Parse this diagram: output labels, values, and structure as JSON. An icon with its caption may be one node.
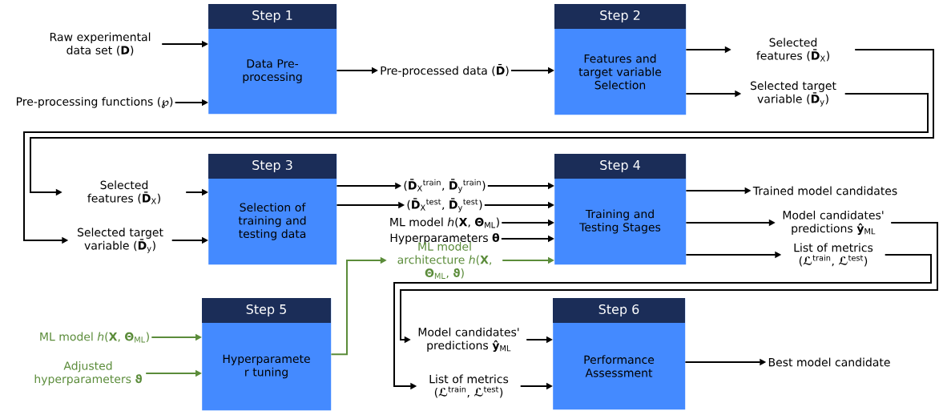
{
  "diagram": {
    "nodes": [
      {
        "text": [
          "Raw experimental data set (**D**)"
        ]
      },
      {
        "text": [
          "Pre-processing functions (**℘**)"
        ]
      },
      {
        "text": [
          "Step 1",
          "Data Pre-processing"
        ]
      },
      {
        "text": [
          "Pre-processed data (**D̄**)"
        ]
      },
      {
        "text": [
          "Step 2",
          "Features and target variable Selection"
        ]
      },
      {
        "text": [
          "Selected features (**D̄**$_{X}$)"
        ]
      },
      {
        "text": [
          "Selected target variable (**D̄**$_{y}$)"
        ]
      },
      {
        "text": [
          "Selected features (**D̄**$_{X}$)"
        ]
      },
      {
        "text": [
          "Selected target variable (**D̄**$_{y}$)"
        ]
      },
      {
        "text": [
          "Step 3",
          "Selection of training and testing data"
        ]
      },
      {
        "text": [
          "(**D̄**$_{X}$$^{train}$, **D̄**$_{y}$$^{train}$)"
        ]
      },
      {
        "text": [
          "(**D̄**$_{X}$$^{test}$, **D̄**$_{y}$$^{test}$)"
        ]
      },
      {
        "text": [
          "ML model *h*(**X**, **Θ**$_{ML}$)"
        ]
      },
      {
        "text": [
          "Hyperparameters **θ**"
        ]
      },
      {
        "text": [
          "ML model architecture *h*(**X**, **Θ**$_{ML}$, **ϑ**)"
        ]
      },
      {
        "text": [
          "Step 4",
          "Training and Testing Stages"
        ]
      },
      {
        "text": [
          "Trained model candidates"
        ]
      },
      {
        "text": [
          "Model candidates' predictions **ŷ**$_{ML}$"
        ]
      },
      {
        "text": [
          "List of metrics (**ℒ**$^{train}$, **ℒ**$^{test}$)"
        ]
      },
      {
        "text": [
          "ML model *h*(**X**, **Θ**$_{ML}$)"
        ]
      },
      {
        "text": [
          "Adjusted hyperparameters **ϑ**"
        ]
      },
      {
        "text": [
          "Step 5",
          "Hyperparamete r tuning"
        ]
      },
      {
        "text": [
          "Model candidates' predictions **ŷ**$_{ML}$"
        ]
      },
      {
        "text": [
          "List of metrics (**ℒ**$^{train}$, **ℒ**$^{test}$)"
        ]
      },
      {
        "text": [
          "Step 6",
          "Performance Assessment"
        ]
      },
      {
        "text": [
          "Best model candidate"
        ]
      }
    ],
    "edges": [
      {
        "from": 0,
        "to": 2,
        "arrow": "to"
      },
      {
        "from": 1,
        "to": 2,
        "arrow": "to"
      },
      {
        "from": 2,
        "to": 3,
        "arrow": "to"
      },
      {
        "from": 3,
        "to": 4,
        "arrow": "to"
      },
      {
        "from": 4,
        "to": 5,
        "arrow": "to"
      },
      {
        "from": 4,
        "to": 6,
        "arrow": "to"
      },
      {
        "from": 5,
        "to": 7,
        "arrow": "to"
      },
      {
        "from": 6,
        "to": 8,
        "arrow": "to"
      },
      {
        "from": 7,
        "to": 9,
        "arrow": "to"
      },
      {
        "from": 8,
        "to": 9,
        "arrow": "to"
      },
      {
        "from": 9,
        "to": 10,
        "arrow": "to"
      },
      {
        "from": 9,
        "to": 11,
        "arrow": "to"
      },
      {
        "from": 10,
        "to": 15,
        "arrow": "to"
      },
      {
        "from": 11,
        "to": 15,
        "arrow": "to"
      },
      {
        "from": 12,
        "to": 15,
        "arrow": "to"
      },
      {
        "from": 13,
        "to": 15,
        "arrow": "to"
      },
      {
        "from": 14,
        "to": 15,
        "arrow": "to",
        "color": "#5b8c3a"
      },
      {
        "from": 15,
        "to": 16,
        "arrow": "to"
      },
      {
        "from": 15,
        "to": 17,
        "arrow": "to"
      },
      {
        "from": 15,
        "to": 18,
        "arrow": "to"
      },
      {
        "from": 17,
        "to": 22,
        "arrow": "to"
      },
      {
        "from": 18,
        "to": 23,
        "arrow": "to"
      },
      {
        "from": 19,
        "to": 21,
        "arrow": "to",
        "color": "#5b8c3a"
      },
      {
        "from": 20,
        "to": 21,
        "arrow": "to",
        "color": "#5b8c3a"
      },
      {
        "from": 21,
        "to": 14,
        "arrow": "to",
        "color": "#5b8c3a"
      },
      {
        "from": 22,
        "to": 24,
        "arrow": "to"
      },
      {
        "from": 23,
        "to": 24,
        "arrow": "to"
      },
      {
        "from": 24,
        "to": 25,
        "arrow": "to"
      }
    ]
  }
}
